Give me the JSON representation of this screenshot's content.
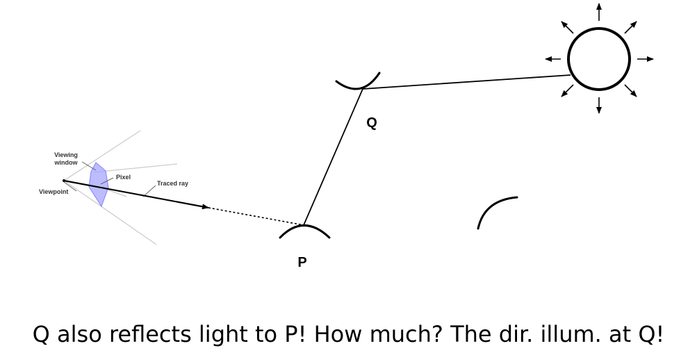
{
  "labels": {
    "viewing_window": [
      "Viewing",
      "window"
    ],
    "pixel": "Pixel",
    "traced_ray": "Traced ray",
    "viewpoint": "Viewpoint",
    "point_p": "P",
    "point_q": "Q"
  },
  "caption": "Q also reflects light to P! How much? The dir. illum. at Q!",
  "colors": {
    "stroke": "#000000",
    "frustum": "#cccccc",
    "pixel_fill": "#a6a6ff"
  }
}
